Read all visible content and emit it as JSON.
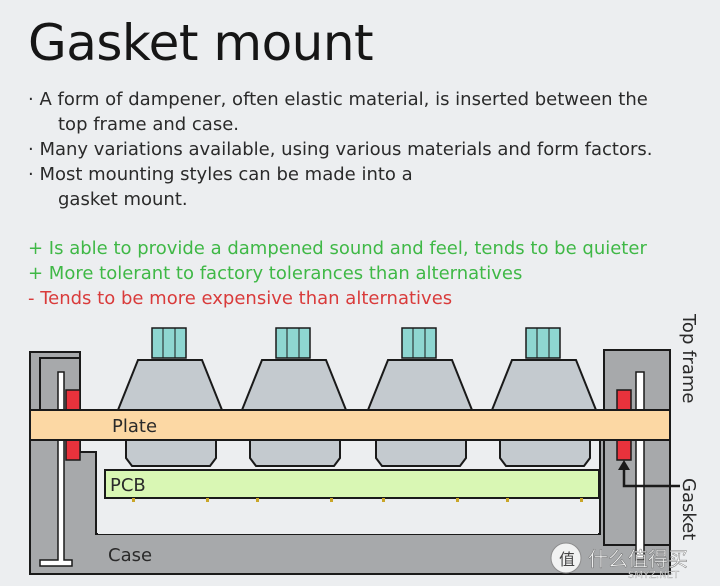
{
  "title": "Gasket mount",
  "bullets": [
    {
      "line1": "· A form of dampener, often elastic material, is inserted between the",
      "line2": "top frame and case."
    },
    {
      "line1": "· Many variations available, using various materials and form factors.",
      "line2": ""
    },
    {
      "line1": "· Most mounting styles can be made into a",
      "line2": "gasket mount."
    }
  ],
  "pros": [
    "+ Is able to provide a dampened sound and feel, tends to be quieter",
    "+ More tolerant to factory tolerances than alternatives"
  ],
  "cons": [
    "- Tends to be more expensive than alternatives"
  ],
  "diagram": {
    "labels": {
      "plate": "Plate",
      "pcb": "PCB",
      "case": "Case",
      "top_frame": "Top frame",
      "gasket": "Gasket"
    },
    "colors": {
      "plate": "#fcd8a4",
      "pcb": "#d9f7b4",
      "case": "#a7a9ab",
      "switch": "#c4cacf",
      "stem": "#8ed6d1",
      "gasket": "#e8323c",
      "outline": "#1a1a1a"
    }
  },
  "watermark": {
    "chinese": "什么值得买",
    "latin": "SMYZ.NET"
  }
}
